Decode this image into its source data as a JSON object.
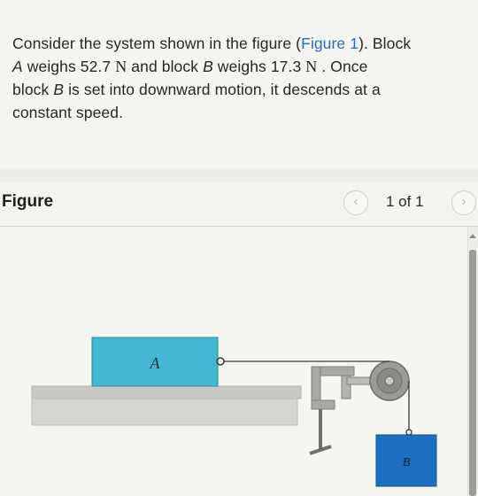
{
  "question": {
    "line1_text": "Consider the system shown in the figure (",
    "line1_link": "Figure 1",
    "line1_end": "). Block",
    "line2_var": "A",
    "line2_text": " weighs 52.7 ",
    "line2_unit": "N",
    "line2_mid": " and block ",
    "line2_var2": "B",
    "line2_text2": " weighs 17.3 ",
    "line2_unit2": "N",
    "line2_end": " . Once",
    "line3_start": "block ",
    "line3_var": "B",
    "line3_text": " is set into downward motion, it descends at a",
    "line4": "constant speed."
  },
  "figure": {
    "title": "Figure",
    "page_indicator": "1 of 1",
    "prev_symbol": "‹",
    "next_symbol": "›",
    "block_a_label": "A",
    "block_b_label": "B",
    "colors": {
      "block_a": "#43b7d3",
      "block_b": "#1d6fc2",
      "table": "#cdcdca",
      "pulley": "#9a9a98",
      "rope": "#3a3a3a"
    }
  }
}
